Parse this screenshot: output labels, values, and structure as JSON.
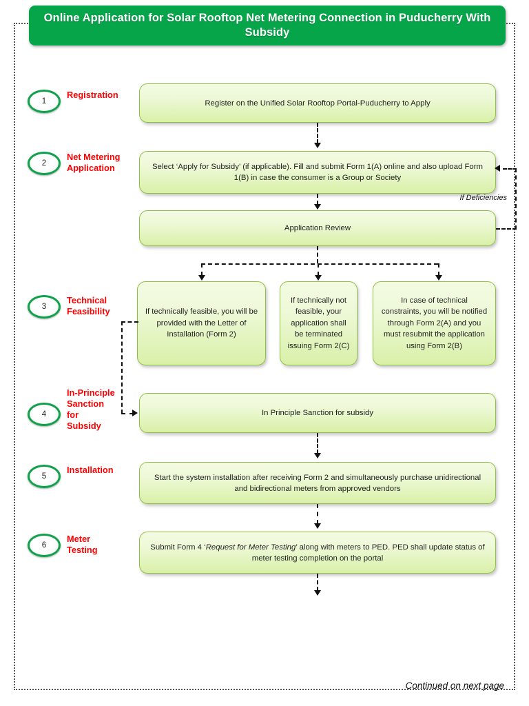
{
  "header": {
    "title": "Online Application for Solar Rooftop Net Metering\nConnection in Puducherry With Subsidy",
    "background_color": "#06a54a",
    "text_color": "#ffffff"
  },
  "theme": {
    "step_label_color": "#ff0000",
    "box_border_color": "#8fbf45",
    "box_fill_top": "#f3fbe2",
    "box_fill_bottom": "#d9f0a8",
    "connector_color": "#111111",
    "frame_style": "dotted"
  },
  "steps": [
    {
      "number": "1",
      "label": "Registration"
    },
    {
      "number": "2",
      "label": "Net Metering\nApplication"
    },
    {
      "number": "3",
      "label": "Technical\nFeasibility"
    },
    {
      "number": "4",
      "label": "In-Principle\nSanction\nfor\nSubsidy"
    },
    {
      "number": "5",
      "label": "Installation"
    },
    {
      "number": "6",
      "label": "Meter\nTesting"
    }
  ],
  "boxes": {
    "registration": "Register on the Unified Solar Rooftop Portal-Puducherry to Apply",
    "net_metering_application": "Select ‘Apply for Subsidy’ (if applicable). Fill and submit Form 1(A) online and also upload Form 1(B) in case the consumer is a Group or Society",
    "application_review": "Application Review",
    "feasible": "If technically feasible, you will be provided with the Letter of Installation (Form 2)",
    "not_feasible": "If technically not feasible, your application shall be terminated issuing Form 2(C)",
    "constraints": "In case of technical constraints, you will be notified through Form 2(A) and you must resubmit the application using Form 2(B)",
    "in_principle_sanction": "In Principle Sanction for subsidy",
    "installation": "Start the system installation after receiving Form 2 and simultaneously purchase unidirectional and bidirectional meters from approved vendors",
    "meter_testing_prefix": "Submit Form 4 ‘",
    "meter_testing_italic": "Request for Meter Testing",
    "meter_testing_suffix": "’ along with meters to PED. PED shall update status of meter testing completion on the portal"
  },
  "annotations": {
    "if_deficiencies": "If Deficiencies"
  },
  "footer": {
    "continued": "Continued on next page"
  }
}
